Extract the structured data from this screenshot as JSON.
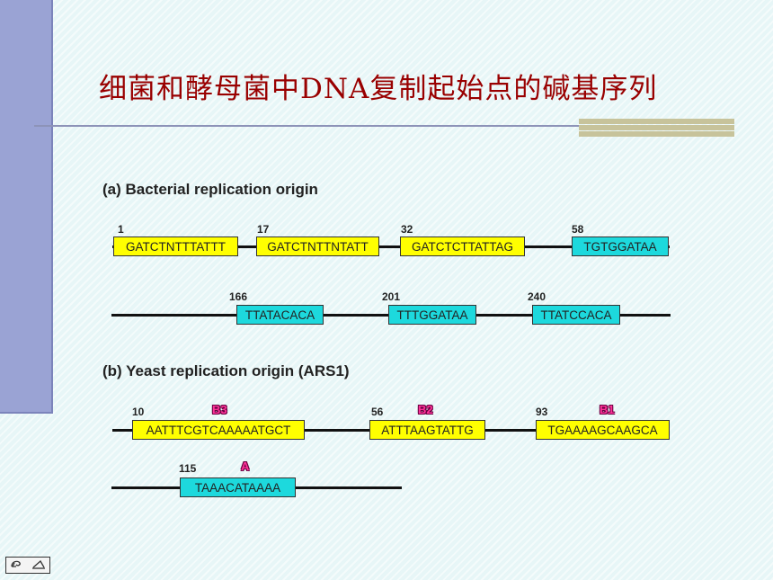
{
  "title": "细菌和酵母菌中DNA复制起始点的碱基序列",
  "section_a": {
    "label": "(a) Bacterial replication origin",
    "row1": [
      {
        "pos": "1",
        "seq": "GATCTNTTTATTT",
        "color": "yellow"
      },
      {
        "pos": "17",
        "seq": "GATCTNTTNTATT",
        "color": "yellow"
      },
      {
        "pos": "32",
        "seq": "GATCTCTTATTAG",
        "color": "yellow"
      },
      {
        "pos": "58",
        "seq": "TGTGGATAA",
        "color": "cyan"
      }
    ],
    "row2": [
      {
        "pos": "166",
        "seq": "TTATACACA",
        "color": "cyan"
      },
      {
        "pos": "201",
        "seq": "TTTGGATAA",
        "color": "cyan"
      },
      {
        "pos": "240",
        "seq": "TTATCCACA",
        "color": "cyan"
      }
    ]
  },
  "section_b": {
    "label": "(b) Yeast replication origin (ARS1)",
    "row1": [
      {
        "pos": "10",
        "element": "B3",
        "seq": "AATTTCGTCAAAAATGCT",
        "color": "yellow"
      },
      {
        "pos": "56",
        "element": "B2",
        "seq": "ATTTAAGTATTG",
        "color": "yellow"
      },
      {
        "pos": "93",
        "element": "B1",
        "seq": "TGAAAAGCAAGCA",
        "color": "yellow"
      }
    ],
    "row2": [
      {
        "pos": "115",
        "element": "A",
        "seq": "TAAACATAAAA",
        "color": "cyan"
      }
    ]
  },
  "colors": {
    "title": "#990000",
    "yellow_box": "#ffff00",
    "cyan_box": "#1dd9dd",
    "element_label": "#ff3399",
    "sidebar": "#9aa3d4"
  },
  "nav": {
    "icons": [
      "rewind-icon",
      "play-icon"
    ]
  }
}
